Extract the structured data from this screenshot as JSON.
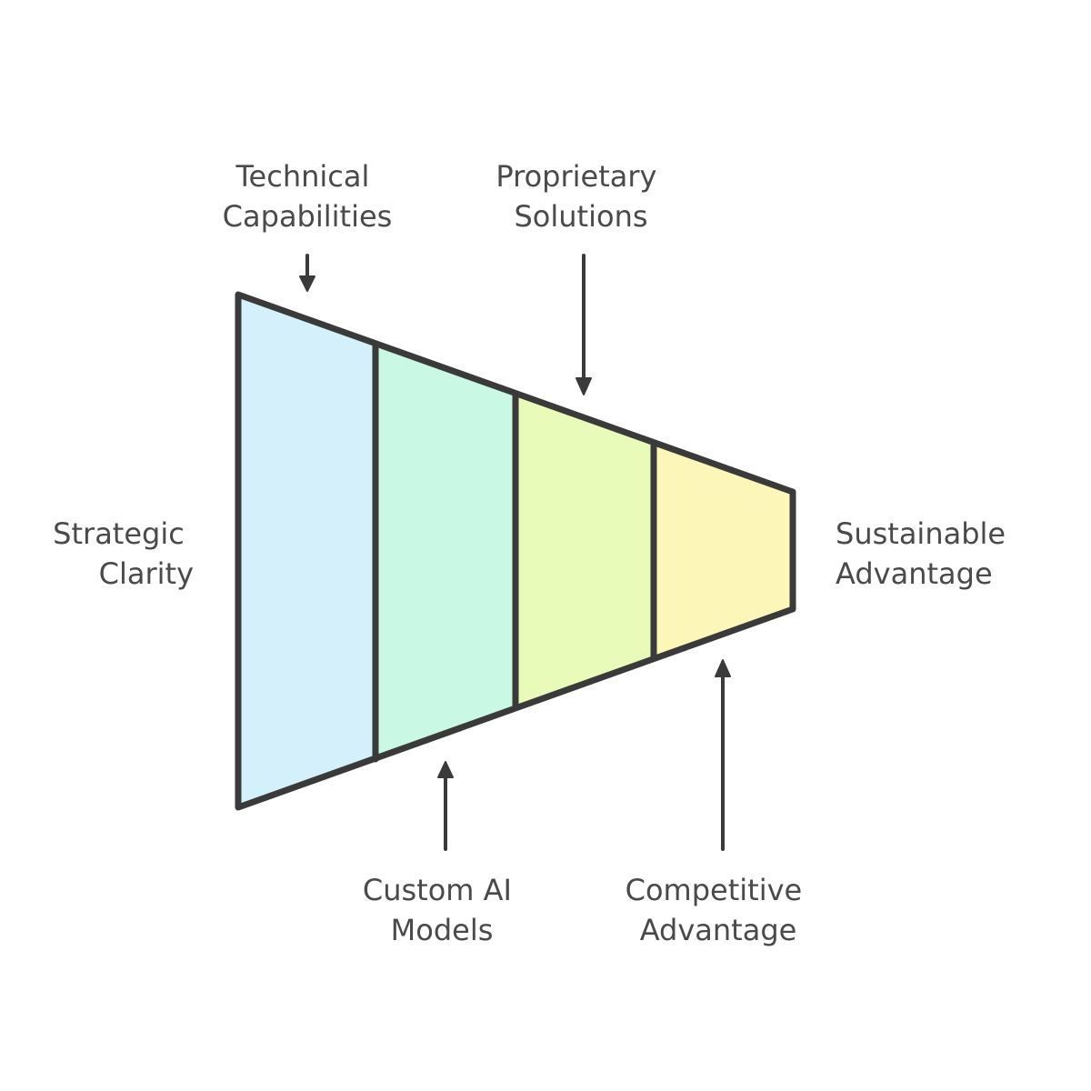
{
  "diagram": {
    "type": "funnel",
    "stages": [
      {
        "name": "stage-1",
        "color": "#d4f1fb"
      },
      {
        "name": "stage-2",
        "color": "#c9f8e4"
      },
      {
        "name": "stage-3",
        "color": "#e9fbb9"
      },
      {
        "name": "stage-4",
        "color": "#fdf6b9"
      }
    ],
    "labels": {
      "start": {
        "line1": "Strategic",
        "line2": "Clarity"
      },
      "end": {
        "line1": "Sustainable",
        "line2": "Advantage"
      },
      "technical": {
        "line1": "Technical",
        "line2": "Capabilities"
      },
      "proprietary": {
        "line1": "Proprietary",
        "line2": "Solutions"
      },
      "custom": {
        "line1": "Custom AI",
        "line2": "Models"
      },
      "competitive": {
        "line1": "Competitive",
        "line2": "Advantage"
      }
    },
    "outline_color": "#3a3a3a",
    "text_color": "#4a4a4a"
  }
}
